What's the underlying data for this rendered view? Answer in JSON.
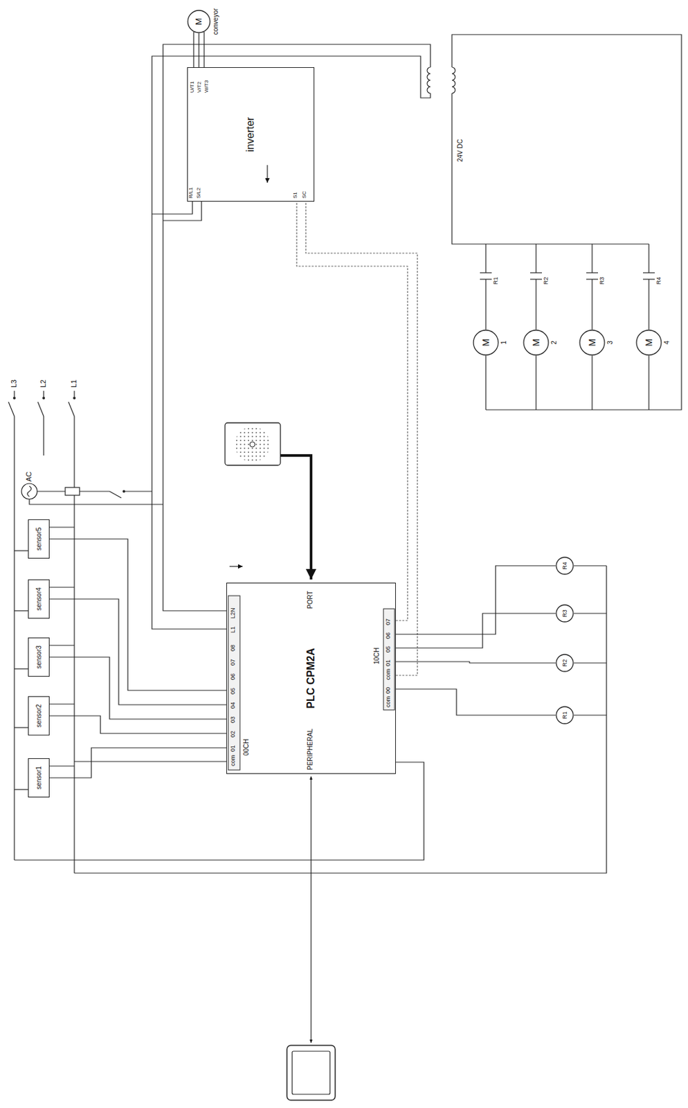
{
  "diagram": {
    "nodes": [
      {
        "text": [
          "sensor1"
        ]
      },
      {
        "text": [
          "sensor2"
        ]
      },
      {
        "text": [
          "sensor3"
        ]
      },
      {
        "text": [
          "sensor4"
        ]
      },
      {
        "text": [
          "sensor5"
        ]
      },
      {
        "text": [
          "PLC CPM2A"
        ]
      },
      {
        "text": [
          "inverter"
        ]
      },
      {
        "text": [
          "M",
          "conveyor"
        ]
      },
      {
        "text": [
          "R1"
        ]
      },
      {
        "text": [
          "R2"
        ]
      },
      {
        "text": [
          "R3"
        ]
      },
      {
        "text": [
          "R4"
        ]
      },
      {
        "text": [
          "M",
          "1"
        ]
      },
      {
        "text": [
          "M",
          "2"
        ]
      },
      {
        "text": [
          "M",
          "3"
        ]
      },
      {
        "text": [
          "M",
          "4"
        ]
      }
    ],
    "edges": [
      {
        "from": 0,
        "to": 5,
        "arrow": "none"
      },
      {
        "from": 1,
        "to": 5,
        "arrow": "none"
      },
      {
        "from": 2,
        "to": 5,
        "arrow": "none"
      },
      {
        "from": 3,
        "to": 5,
        "arrow": "none"
      },
      {
        "from": 4,
        "to": 5,
        "arrow": "none"
      },
      {
        "from": 5,
        "to": 6,
        "arrow": "none"
      },
      {
        "from": 5,
        "to": 6,
        "arrow": "none"
      },
      {
        "from": 6,
        "to": 7,
        "arrow": "none"
      },
      {
        "from": 5,
        "to": 8,
        "arrow": "none"
      },
      {
        "from": 5,
        "to": 9,
        "arrow": "none"
      },
      {
        "from": 5,
        "to": 10,
        "arrow": "none"
      },
      {
        "from": 5,
        "to": 11,
        "arrow": "none"
      }
    ],
    "labels": [
      "L3",
      "L2",
      "L1",
      "AC",
      "00CH",
      "com",
      "01",
      "02",
      "03",
      "04",
      "05",
      "06",
      "07",
      "08",
      "L1",
      "L2N",
      "10CH",
      "com",
      "00",
      "com",
      "01",
      "05",
      "06",
      "07",
      "PERIPHERAL",
      "PORT",
      "U/T1",
      "V/T2",
      "W/T3",
      "R/L1",
      "S/L2",
      "S1",
      "SC",
      "24V DC",
      "R1",
      "R2",
      "R3",
      "R4"
    ]
  }
}
